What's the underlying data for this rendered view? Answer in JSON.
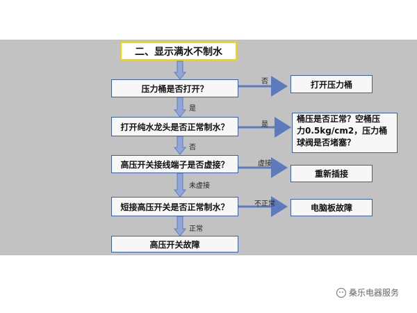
{
  "title": "二、显示满水不制水",
  "steps": [
    "压力桶是否打开？",
    "打开纯水龙头是否正常制水？",
    "高压开关接线端子是否虚接？",
    "短接高压开关是否正常制水？",
    "高压开关故障"
  ],
  "results": {
    "r1": "打开压力桶",
    "r2_line1": "桶压是否正常？空桶压",
    "r2_line2": "力0.5kg/cm2，压力桶",
    "r2_line3": "球阀是否堵塞？",
    "r3": "重新插接",
    "r4": "电脑板故障"
  },
  "labels": {
    "no1": "否",
    "yes1": "是",
    "yes2": "是",
    "no2": "否",
    "loose": "虚接",
    "not_loose": "未虚接",
    "abnormal": "不正常",
    "normal": "正常"
  },
  "watermark": "桑乐电器服务"
}
